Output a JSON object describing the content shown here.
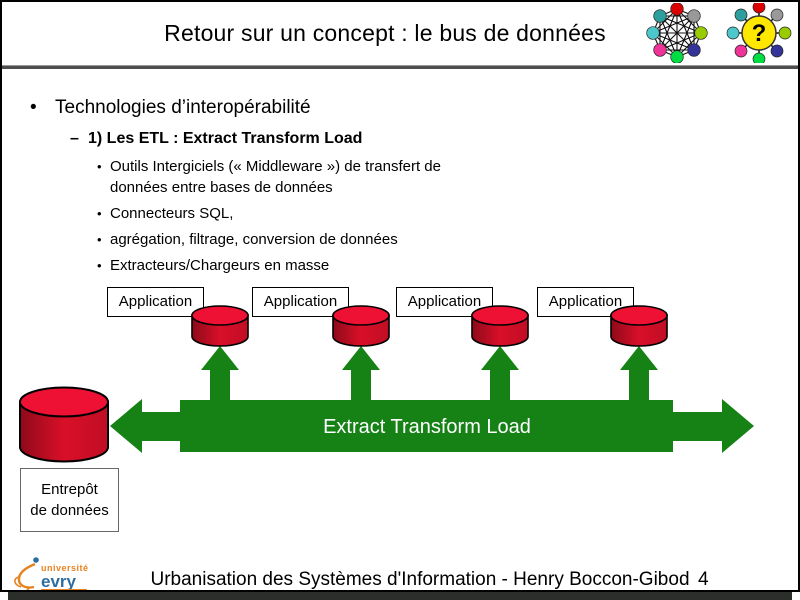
{
  "slide": {
    "title": "Retour sur un concept : le bus de données",
    "bullets": {
      "marker_l1": "•",
      "marker_l2": "–",
      "marker_l3": "•",
      "level1": "Technologies d’interopérabilité",
      "level2": "1) Les ETL : Extract Transform Load",
      "level3": [
        "Outils Intergiciels (« Middleware ») de transfert de données entre bases de données",
        "Connecteurs SQL,",
        "agrégation, filtrage, conversion de données",
        "Extracteurs/Chargeurs en masse"
      ]
    },
    "diagram": {
      "application_boxes": [
        "Application",
        "Application",
        "Application",
        "Application"
      ],
      "bus_label": "Extract Transform Load",
      "warehouse_line1": "Entrepôt",
      "warehouse_line2": "de données"
    },
    "icons": {
      "mesh_icon_name": "mesh-network-icon",
      "question_icon_name": "question-network-icon",
      "question_mark": "?"
    },
    "logo": {
      "line1": "université",
      "line2": "evry"
    },
    "footer": {
      "text": "Urbanisation des Systèmes d'Information - Henry Boccon-Gibod",
      "page_number": "4"
    },
    "colors": {
      "bus_green": "#168216",
      "database_red_top": "#ee1133",
      "question_bg": "#ffe800",
      "logo_orange": "#e8821e",
      "logo_blue": "#2e6da0"
    }
  }
}
